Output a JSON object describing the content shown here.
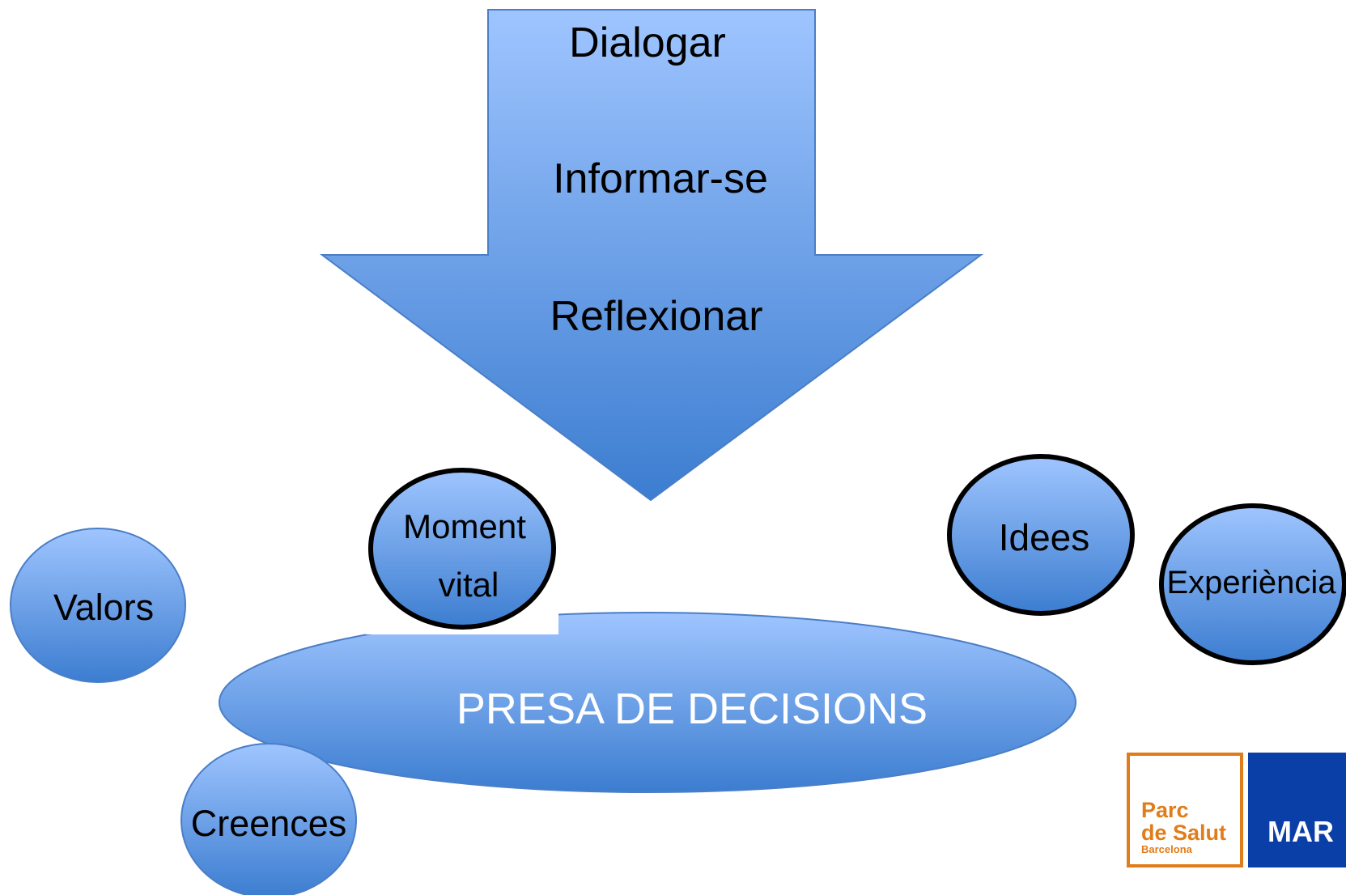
{
  "arrow": {
    "steps": [
      "Dialogar",
      "Informar-se",
      "Reflexionar"
    ]
  },
  "center": {
    "label": "PRESA DE DECISIONS"
  },
  "bubbles": {
    "valors": "Valors",
    "moment_line1": "Moment",
    "moment_line2": "vital",
    "idees": "Idees",
    "experiencia": "Experiència",
    "creences": "Creences"
  },
  "logo": {
    "line1": "Parc",
    "line2": "de Salut",
    "line3": "Barcelona",
    "mar": "MAR"
  },
  "colors": {
    "shape_light": "#9cc2ff",
    "shape_dark": "#3f7fcf",
    "outline": "#4a7ec7",
    "logo_orange": "#e07d1a",
    "logo_blue": "#0a3fa8"
  }
}
